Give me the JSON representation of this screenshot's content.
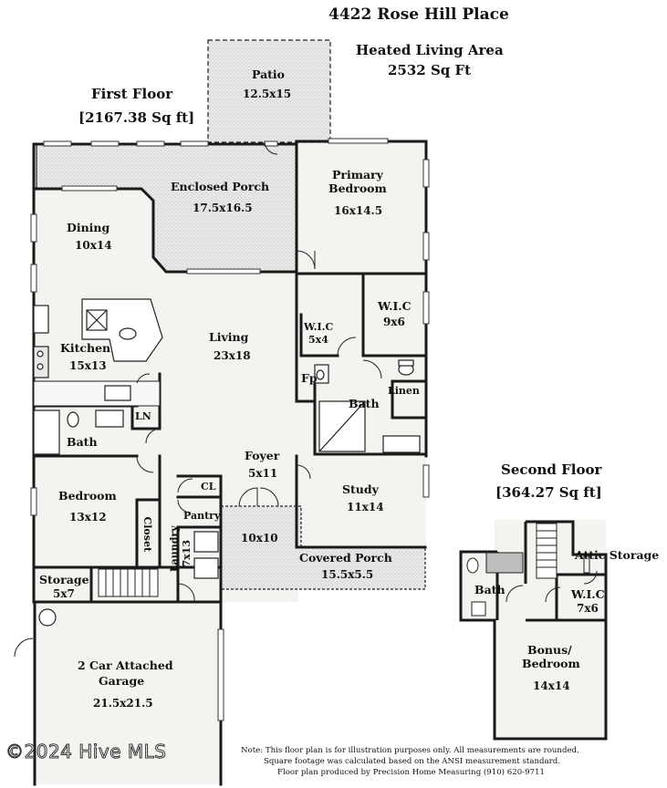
{
  "title": "4422 Rose Hill Place",
  "heated_area": {
    "label": "Heated Living Area",
    "value": "2532 Sq Ft"
  },
  "first_floor": {
    "label": "First Floor",
    "area": "[2167.38 Sq ft]"
  },
  "second_floor": {
    "label": "Second Floor",
    "area": "[364.27 Sq ft]"
  },
  "rooms": {
    "patio": {
      "name": "Patio",
      "dim": "12.5x15"
    },
    "enclosed_porch": {
      "name": "Enclosed Porch",
      "dim": "17.5x16.5"
    },
    "primary_bedroom": {
      "name1": "Primary",
      "name2": "Bedroom",
      "dim": "16x14.5"
    },
    "dining": {
      "name": "Dining",
      "dim": "10x14"
    },
    "kitchen": {
      "name": "Kitchen",
      "dim": "15x13"
    },
    "living": {
      "name": "Living",
      "dim": "23x18"
    },
    "wic_small": {
      "name": "W.I.C",
      "dim": "5x4"
    },
    "wic_large": {
      "name": "W.I.C",
      "dim": "9x6"
    },
    "fp": {
      "name": "Fp"
    },
    "bath_primary": {
      "name": "Bath"
    },
    "linen": {
      "name": "Linen"
    },
    "ln": {
      "name": "LN"
    },
    "bath_hall": {
      "name": "Bath"
    },
    "foyer": {
      "name": "Foyer",
      "dim": "5x11"
    },
    "study": {
      "name": "Study",
      "dim": "11x14"
    },
    "bedroom": {
      "name": "Bedroom",
      "dim": "13x12"
    },
    "cl": {
      "name": "CL"
    },
    "pantry": {
      "name": "Pantry"
    },
    "closet": {
      "name": "Closet"
    },
    "laundry": {
      "name": "Laundry",
      "dim": "7x13"
    },
    "front_porch_dim": {
      "dim": "10x10"
    },
    "covered_porch": {
      "name": "Covered Porch",
      "dim": "15.5x5.5"
    },
    "storage": {
      "name": "Storage",
      "dim": "5x7"
    },
    "garage": {
      "name1": "2 Car Attached",
      "name2": "Garage",
      "dim": "21.5x21.5"
    },
    "bath_upper": {
      "name": "Bath"
    },
    "wic_upper": {
      "name": "W.I.C",
      "dim": "7x6"
    },
    "attic_storage": {
      "name": "Attic Storage"
    },
    "bonus": {
      "name1": "Bonus/",
      "name2": "Bedroom",
      "dim": "14x14"
    }
  },
  "notes": {
    "line1": "Note: This floor plan is for illustration purposes only. All measurements are rounded.",
    "line2": "Square footage was calculated based on the ANSI measurement standard.",
    "line3": "Floor plan produced by Precision Home Measuring (910) 620-9711"
  },
  "watermark": "©2024 Hive MLS"
}
